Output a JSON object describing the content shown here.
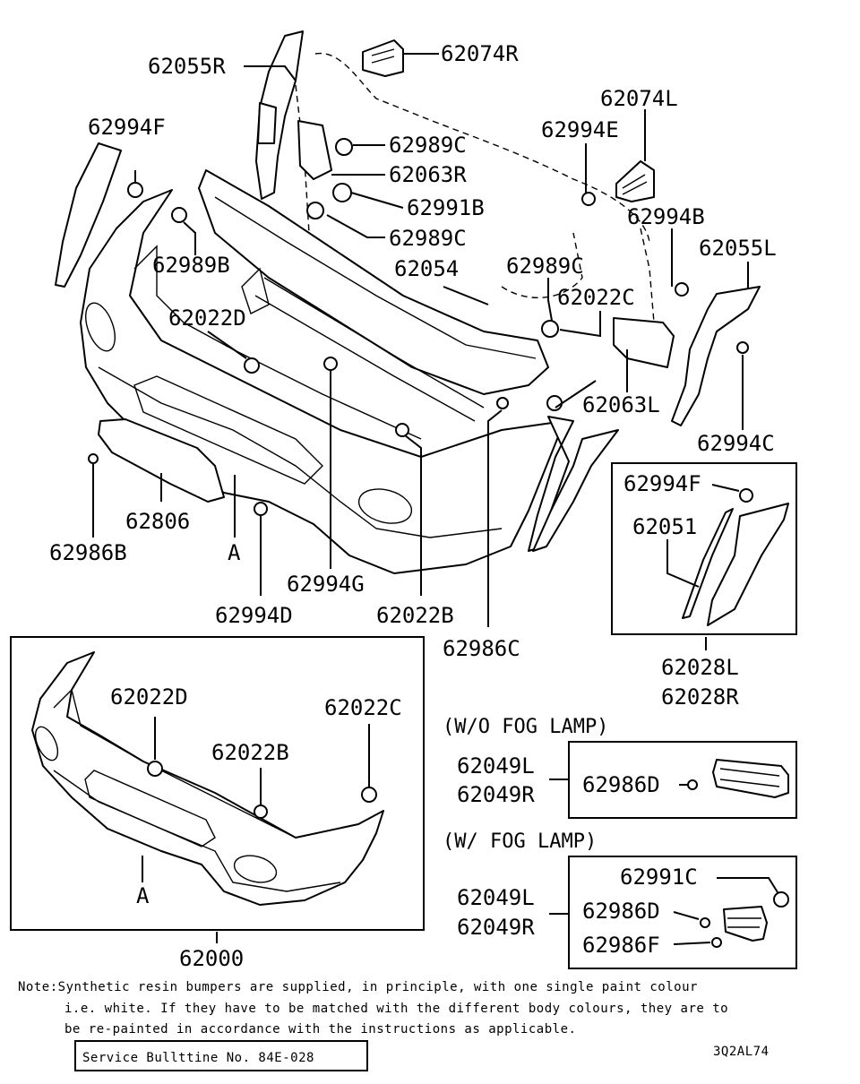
{
  "labels": {
    "p62055R": "62055R",
    "p62074R": "62074R",
    "p62994F_top": "62994F",
    "p62074L": "62074L",
    "p62989C_a": "62989C",
    "p62994E": "62994E",
    "p62063R": "62063R",
    "p62991B": "62991B",
    "p62989C_b": "62989C",
    "p62994B": "62994B",
    "p62989B": "62989B",
    "p62055L": "62055L",
    "p62054": "62054",
    "p62989C_c": "62989C",
    "p62022C_top": "62022C",
    "p62022D_top": "62022D",
    "p62063L": "62063L",
    "p62994C": "62994C",
    "p62806": "62806",
    "p62986B": "62986B",
    "ref_A_top": "A",
    "p62994G": "62994G",
    "p62994D": "62994D",
    "p62022B_top": "62022B",
    "p62986C": "62986C",
    "p62994F_box": "62994F",
    "p62051": "62051",
    "p62028L": "62028L",
    "p62028R": "62028R",
    "p62022D_bot": "62022D",
    "p62022C_bot": "62022C",
    "p62022B_bot": "62022B",
    "ref_A_bot": "A",
    "p62000": "62000",
    "wo_fog_caption": "(W/O FOG LAMP)",
    "p62049L_a": "62049L",
    "p62049R_a": "62049R",
    "p62986D_a": "62986D",
    "w_fog_caption": "(W/ FOG LAMP)",
    "p62991C": "62991C",
    "p62049L_b": "62049L",
    "p62049R_b": "62049R",
    "p62986D_b": "62986D",
    "p62986F": "62986F"
  },
  "note": {
    "line1": "Note:Synthetic resin bumpers are supplied, in principle, with one single paint colour",
    "line2": "i.e. white. If they have to be matched with the different body colours, they are to",
    "line3": "be re-painted in accordance with the instructions as applicable."
  },
  "service_bulletin": "Service Bullttine No. 84E-028",
  "figure_code": "3Q2AL74"
}
